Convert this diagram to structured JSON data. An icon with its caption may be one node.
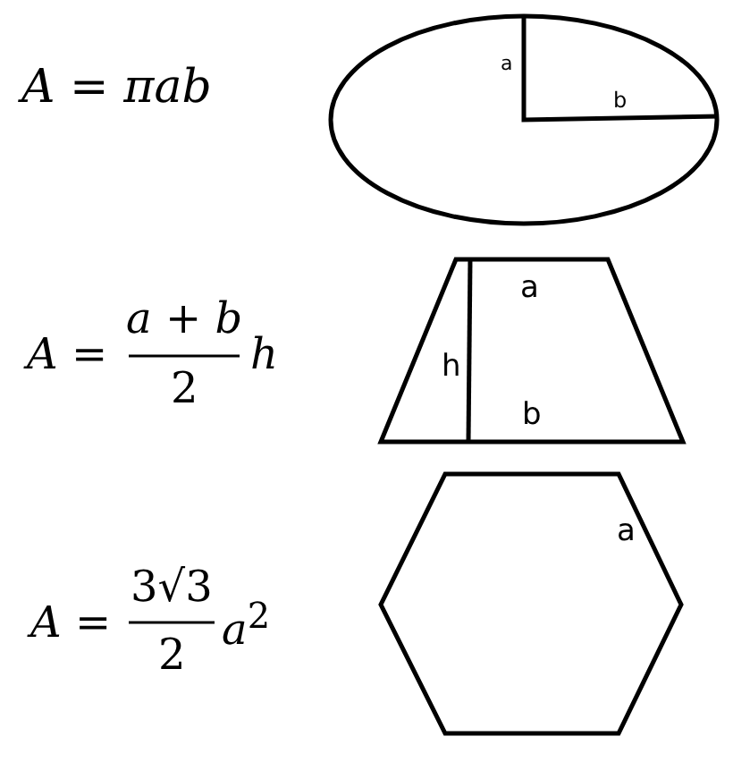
{
  "diagram": {
    "nodes": [
      {
        "text": [
          "a",
          "b"
        ]
      },
      {
        "text": [
          "a",
          "h",
          "b"
        ]
      },
      {
        "text": [
          "a"
        ]
      }
    ],
    "labels": [
      "*A* = *πab*",
      "*A* =",
      "*a* + *b*",
      "2",
      "*h*",
      "*A* =",
      "3√3",
      "2",
      "*a*$^{2}$"
    ]
  }
}
